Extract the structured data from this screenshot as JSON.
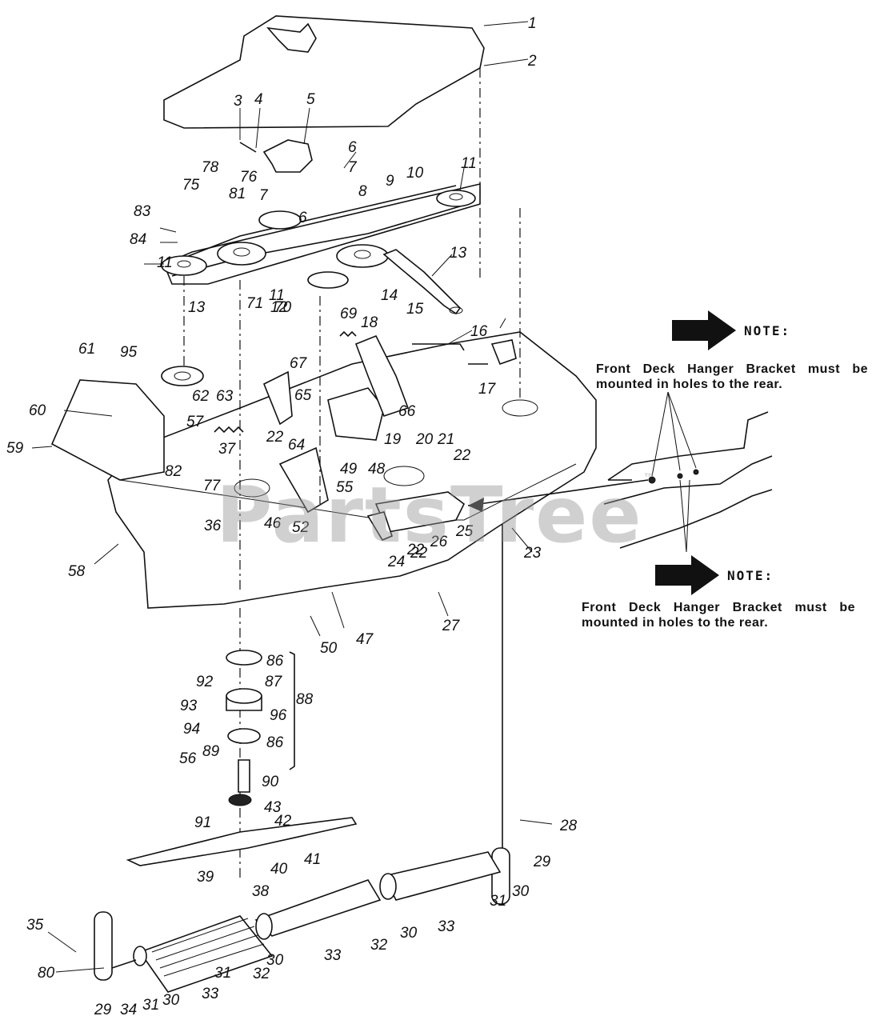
{
  "diagram": {
    "part_numbers": [
      "1",
      "2",
      "3",
      "4",
      "5",
      "6",
      "6",
      "7",
      "7",
      "8",
      "9",
      "10",
      "11",
      "11",
      "11",
      "12",
      "13",
      "13",
      "14",
      "15",
      "16",
      "17",
      "18",
      "19",
      "20",
      "21",
      "22",
      "22",
      "22",
      "22",
      "23",
      "24",
      "25",
      "26",
      "27",
      "28",
      "29",
      "29",
      "30",
      "30",
      "30",
      "30",
      "31",
      "31",
      "31",
      "32",
      "32",
      "33",
      "33",
      "33",
      "34",
      "35",
      "36",
      "37",
      "38",
      "39",
      "40",
      "41",
      "42",
      "43",
      "46",
      "47",
      "48",
      "49",
      "50",
      "52",
      "55",
      "56",
      "57",
      "58",
      "59",
      "60",
      "61",
      "62",
      "63",
      "64",
      "65",
      "66",
      "67",
      "69",
      "70",
      "71",
      "75",
      "76",
      "77",
      "78",
      "80",
      "81",
      "82",
      "83",
      "84",
      "86",
      "86",
      "87",
      "88",
      "89",
      "90",
      "91",
      "92",
      "93",
      "94",
      "95",
      "96"
    ]
  },
  "notes": [
    {
      "title": "NOTE:",
      "text": "Front Deck Hanger Bracket must be mounted in holes to the rear."
    },
    {
      "title": "NOTE:",
      "text": "Front Deck Hanger Bracket must be mounted in holes to the rear."
    }
  ],
  "watermark": {
    "text": "PartsTree",
    "mark": "™"
  }
}
